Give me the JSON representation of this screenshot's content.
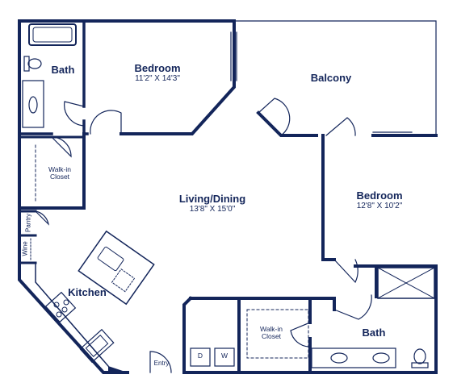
{
  "rooms": {
    "bedroom1": {
      "name": "Bedroom",
      "dims": "11'2\" X 14'3\""
    },
    "bath1": {
      "name": "Bath"
    },
    "balcony": {
      "name": "Balcony"
    },
    "walkin1": {
      "name": "Walk-in Closet"
    },
    "living": {
      "name": "Living/Dining",
      "dims": "13'8\" X 15'0\""
    },
    "bedroom2": {
      "name": "Bedroom",
      "dims": "12'8\" X 10'2\""
    },
    "kitchen": {
      "name": "Kitchen"
    },
    "pantry": {
      "name": "Pantry"
    },
    "wine": {
      "name": "Wine"
    },
    "walkin2": {
      "name": "Walk-in Closet"
    },
    "bath2": {
      "name": "Bath"
    }
  },
  "appliances": {
    "dryer": "D",
    "washer": "W"
  },
  "entry": {
    "label": "Entry"
  },
  "colors": {
    "wall": "#13255a",
    "bg": "#ffffff"
  }
}
